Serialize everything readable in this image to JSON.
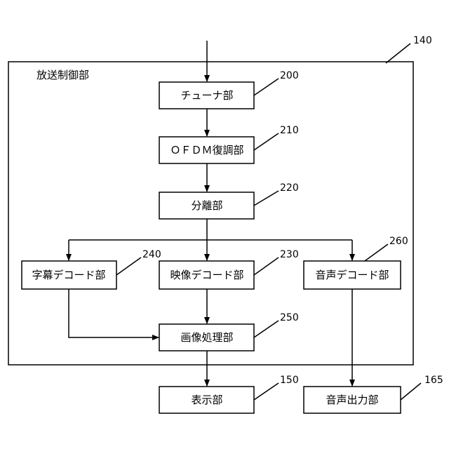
{
  "diagram": {
    "outer": {
      "label": "放送制御部",
      "ref": "140"
    },
    "blocks": {
      "tuner": {
        "label": "チューナ部",
        "ref": "200"
      },
      "ofdm": {
        "label": "ＯＦＤＭ復調部",
        "ref": "210"
      },
      "separator": {
        "label": "分離部",
        "ref": "220"
      },
      "subtitle_decoder": {
        "label": "字幕デコード部",
        "ref": "240"
      },
      "video_decoder": {
        "label": "映像デコード部",
        "ref": "230"
      },
      "audio_decoder": {
        "label": "音声デコード部",
        "ref": "260"
      },
      "image_processor": {
        "label": "画像処理部",
        "ref": "250"
      },
      "display": {
        "label": "表示部",
        "ref": "150"
      },
      "audio_output": {
        "label": "音声出力部",
        "ref": "165"
      }
    }
  }
}
